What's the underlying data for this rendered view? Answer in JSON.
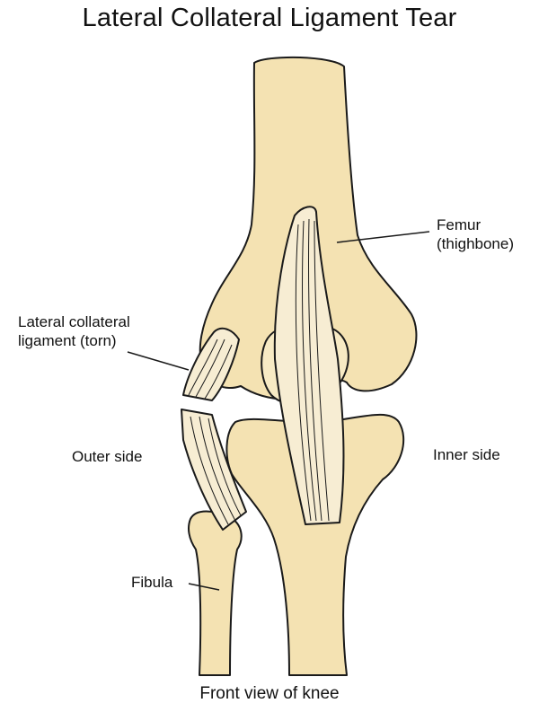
{
  "title": "Lateral Collateral Ligament Tear",
  "labels": {
    "femur_line1": "Femur",
    "femur_line2": "(thighbone)",
    "lcl_line1": "Lateral collateral",
    "lcl_line2": "ligament (torn)",
    "outer_side": "Outer side",
    "inner_side": "Inner side",
    "fibula": "Fibula"
  },
  "caption": "Front view of knee",
  "colors": {
    "bone": "#F4E2B2",
    "bone_shadow": "#E8D3A0",
    "ligament": "#F7EDD3",
    "outline": "#1A1A1A"
  }
}
